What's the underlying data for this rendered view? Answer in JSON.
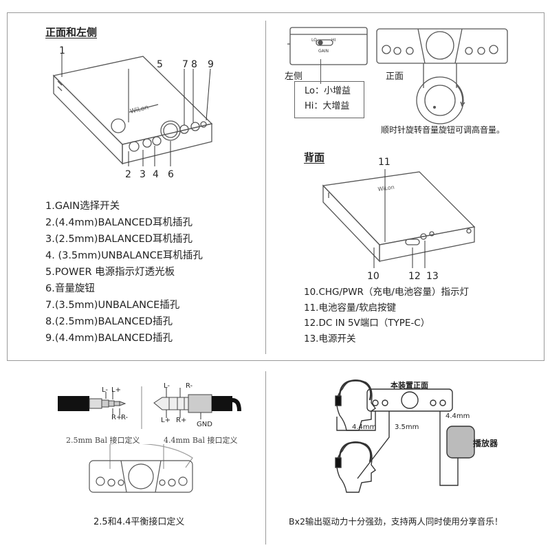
{
  "front_side": {
    "title": "正面和左侧",
    "callouts": [
      "1",
      "2",
      "3",
      "4",
      "5",
      "6",
      "7",
      "8",
      "9"
    ],
    "items": [
      "1.GAIN选择开关",
      "2.(4.4mm)BALANCED耳机插孔",
      "3.(2.5mm)BALANCED耳机插孔",
      "4. (3.5mm)UNBALANCE耳机插孔",
      "5.POWER 电源指示灯透光板",
      "6.音量旋钮",
      "7.(3.5mm)UNBALANCE插孔",
      "8.(2.5mm)BALANCED插孔",
      "9.(4.4mm)BALANCED插孔"
    ]
  },
  "gain": {
    "left_label": "左侧",
    "front_label": "正面",
    "lo_text": "Lo：小增益",
    "hi_text": "Hi：大增益",
    "switch_lo": "LO",
    "switch_hi": "HI",
    "switch_gain": "GAIN",
    "volume_caption": "顺时针旋转音量旋钮可调高音量。"
  },
  "back_side": {
    "title": "背面",
    "callouts": [
      "11",
      "10",
      "12",
      "13"
    ],
    "items": [
      "10.CHG/PWR（充电/电池容量）指示灯",
      "11.电池容量/软启按键",
      "12.DC IN 5V端口（TYPE-C）",
      "13.电源开关"
    ]
  },
  "plugs": {
    "left_plug_labels": [
      "L-",
      "L+",
      "R+",
      "R-"
    ],
    "right_plug_labels": [
      "L-",
      "R-",
      "L+",
      "R+",
      "GND"
    ],
    "label_25": "2.5mm Bal 接口定义",
    "label_44": "4.4mm Bal 接口定义",
    "caption": "2.5和4.4平衡接口定义"
  },
  "dual": {
    "title": "本装置正面",
    "label_44_left": "4.4mm",
    "label_35": "3.5mm",
    "label_44_right": "4.4mm",
    "player": "播放器",
    "caption": "Bx2输出驱动力十分强劲，支持两人同时使用分享音乐！"
  },
  "colors": {
    "border": "#9a9a9a",
    "text": "#222222",
    "device": "#555555"
  }
}
